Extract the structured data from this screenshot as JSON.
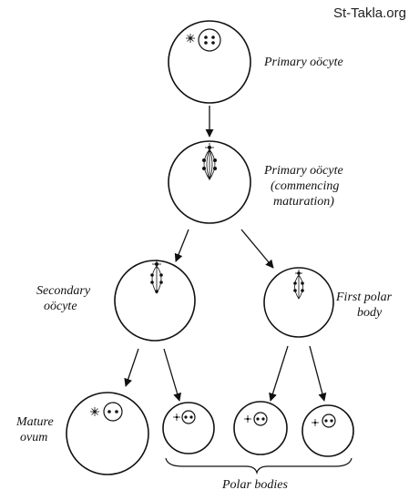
{
  "watermark": "St-Takla.org",
  "labels": {
    "primary_oocyte": "Primary oöcyte",
    "commencing_1": "Primary oöcyte",
    "commencing_2": "(commencing",
    "commencing_3": "maturation)",
    "secondary_1": "Secondary",
    "secondary_2": "oöcyte",
    "first_polar_1": "First polar",
    "first_polar_2": "body",
    "mature_1": "Mature",
    "mature_2": "ovum",
    "polar_bodies": "Polar bodies"
  },
  "icons": {
    "centrosome": "centrosome-icon",
    "spindle": "spindle-icon",
    "chromosome": "chromosome-dot-icon",
    "arrow": "arrow-icon"
  },
  "colors": {
    "ink": "#111111",
    "paper": "#ffffff"
  }
}
